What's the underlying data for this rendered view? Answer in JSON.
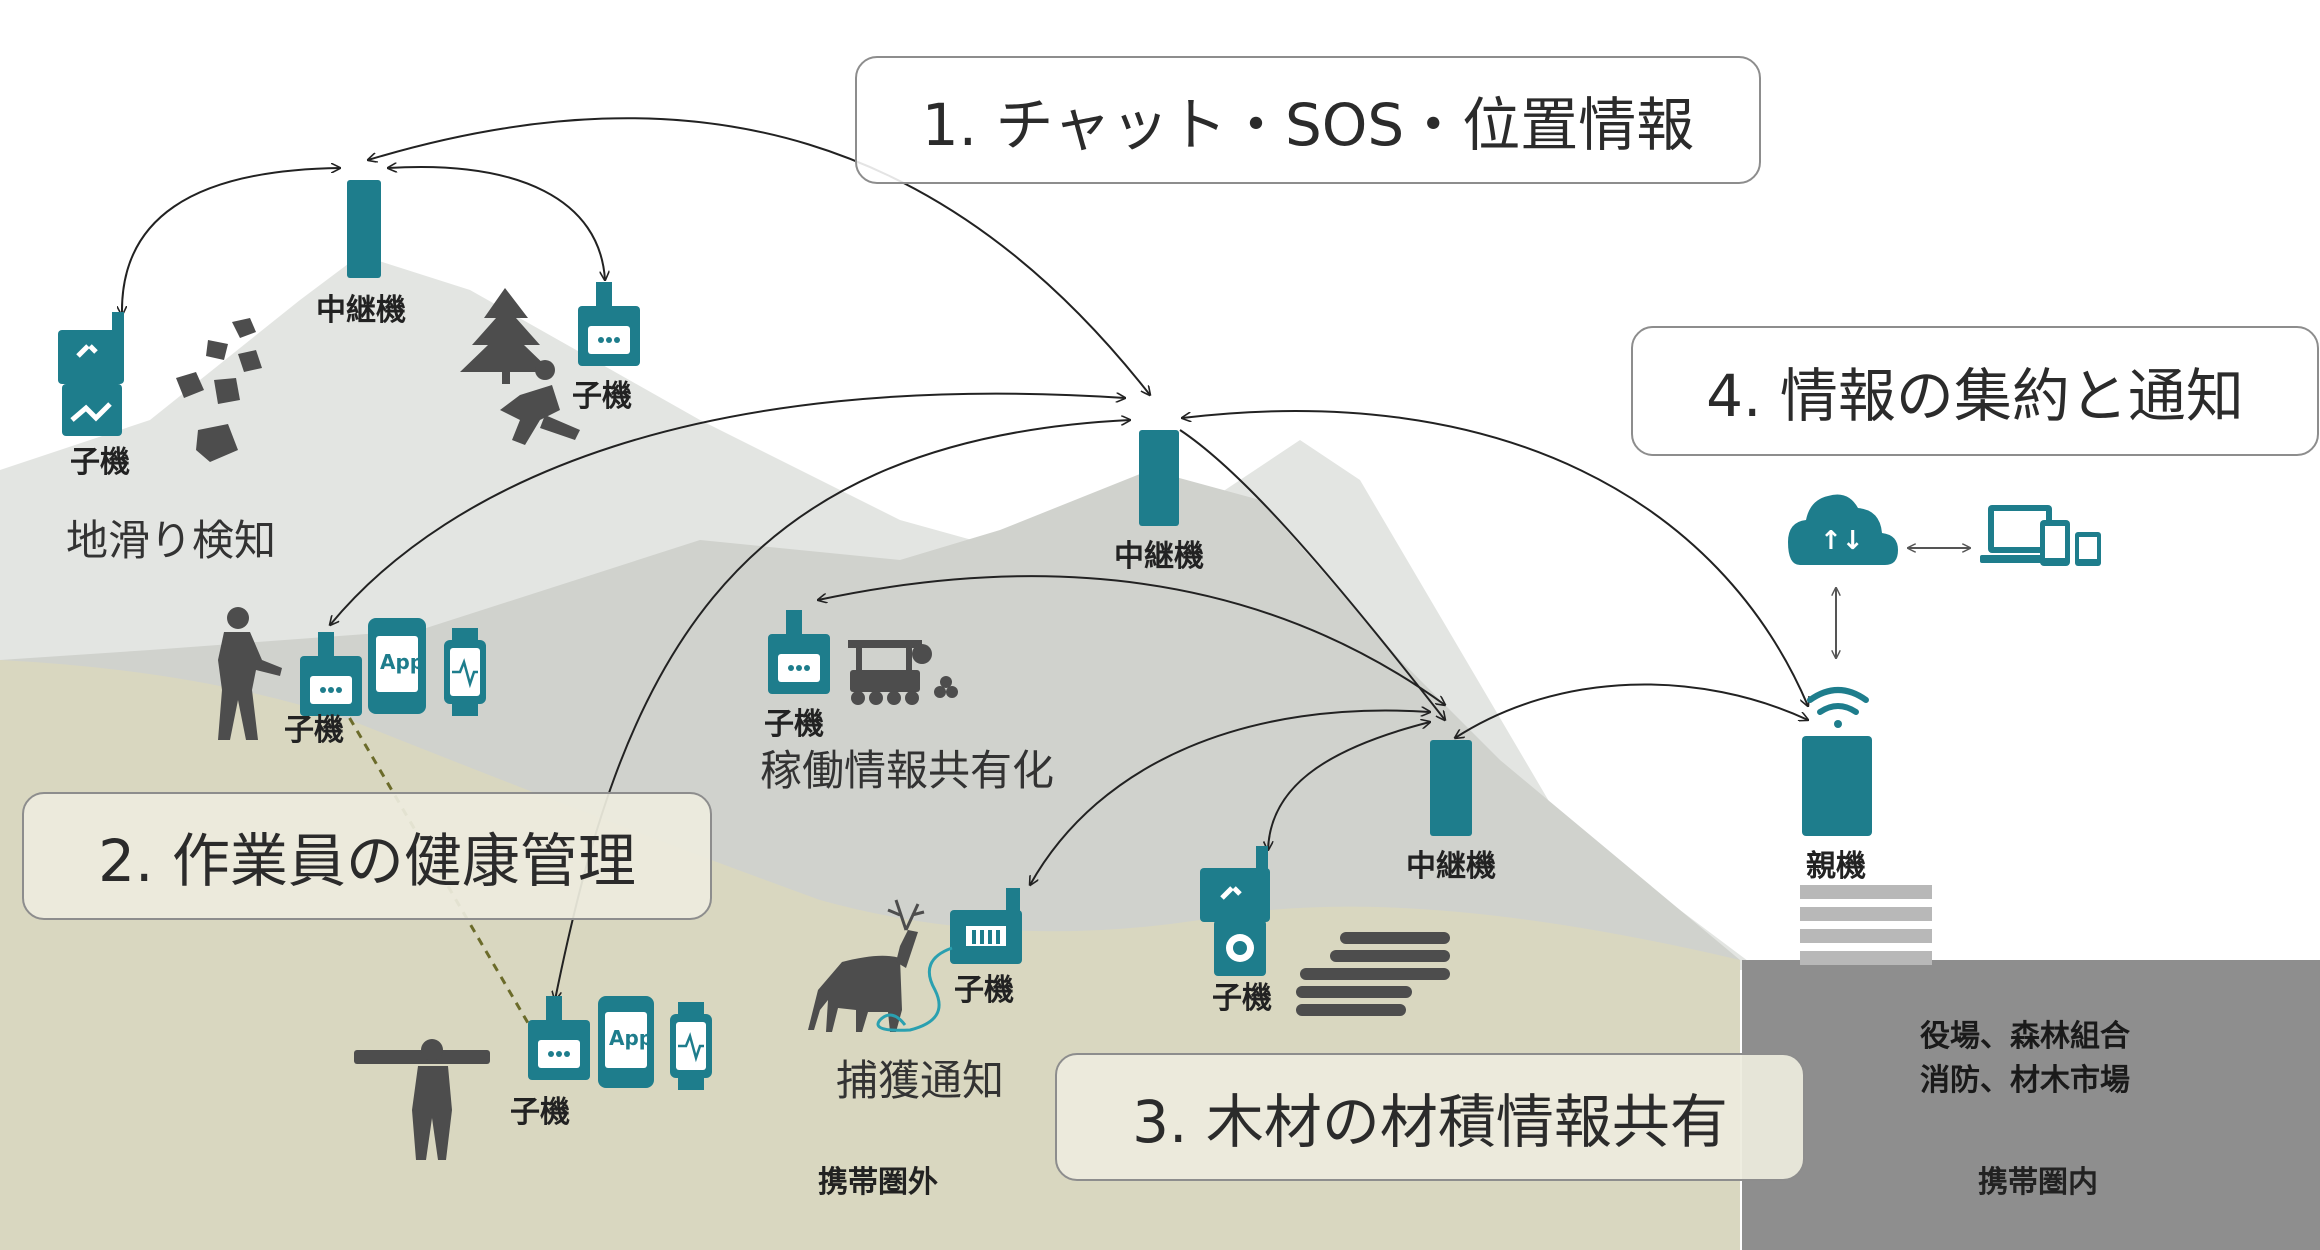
{
  "callouts": {
    "chat_sos": "1. チャット・SOS・位置情報",
    "health": "2. 作業員の健康管理",
    "timber": "3. 木材の材積情報共有",
    "aggregate": "4. 情報の集約と通知"
  },
  "labels": {
    "relay": "中継機",
    "child": "子機",
    "parent": "親機",
    "landslide": "地滑り検知",
    "operation": "稼働情報共有化",
    "capture": "捕獲通知",
    "out_of_range": "携帯圏外",
    "in_range": "携帯圏内",
    "office_line1": "役場、森林組合",
    "office_line2": "消防、材木市場"
  },
  "icons": {
    "app_badge": "App",
    "cloud_arrows": "↑↓"
  },
  "colors": {
    "teal": "#1e7d8c",
    "mountain_light": "#e3e5e2",
    "mountain_mid": "#cfd1cc",
    "ground": "#d9d7c0",
    "urban": "#8e8e8e",
    "silhouette": "#4d4d4d"
  }
}
